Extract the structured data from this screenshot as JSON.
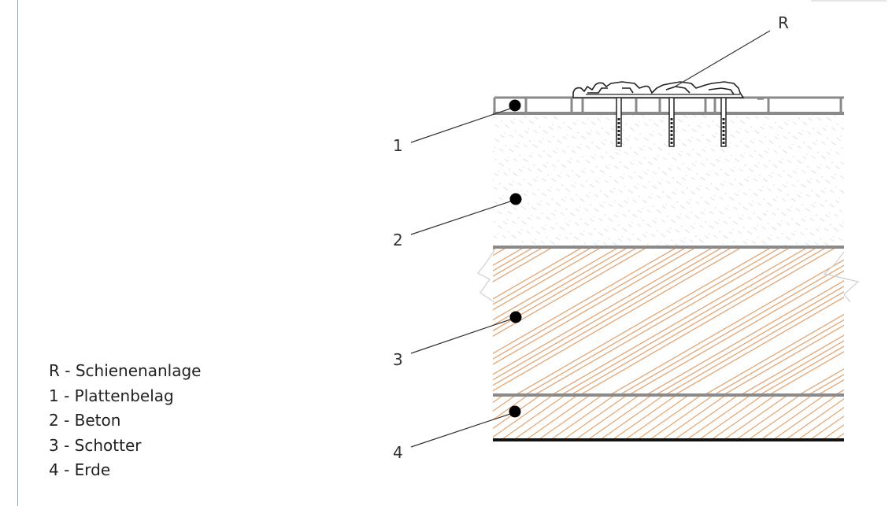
{
  "labels": {
    "rail": "R",
    "layer1": "1",
    "layer2": "2",
    "layer3": "3",
    "layer4": "4"
  },
  "legend": [
    "R - Schienenanlage",
    "1 - Plattenbelag",
    "2 - Beton",
    "3 - Schotter",
    "4 - Erde"
  ],
  "colors": {
    "gravel_hatch": "#e0a06c",
    "earth_hatch": "#e39a5e",
    "concrete_speckle": "#d8d8d8",
    "layer_line": "#8a8a8a",
    "base_line": "#111111",
    "leader_line": "#333333",
    "frame_line": "#8fa3ad"
  }
}
